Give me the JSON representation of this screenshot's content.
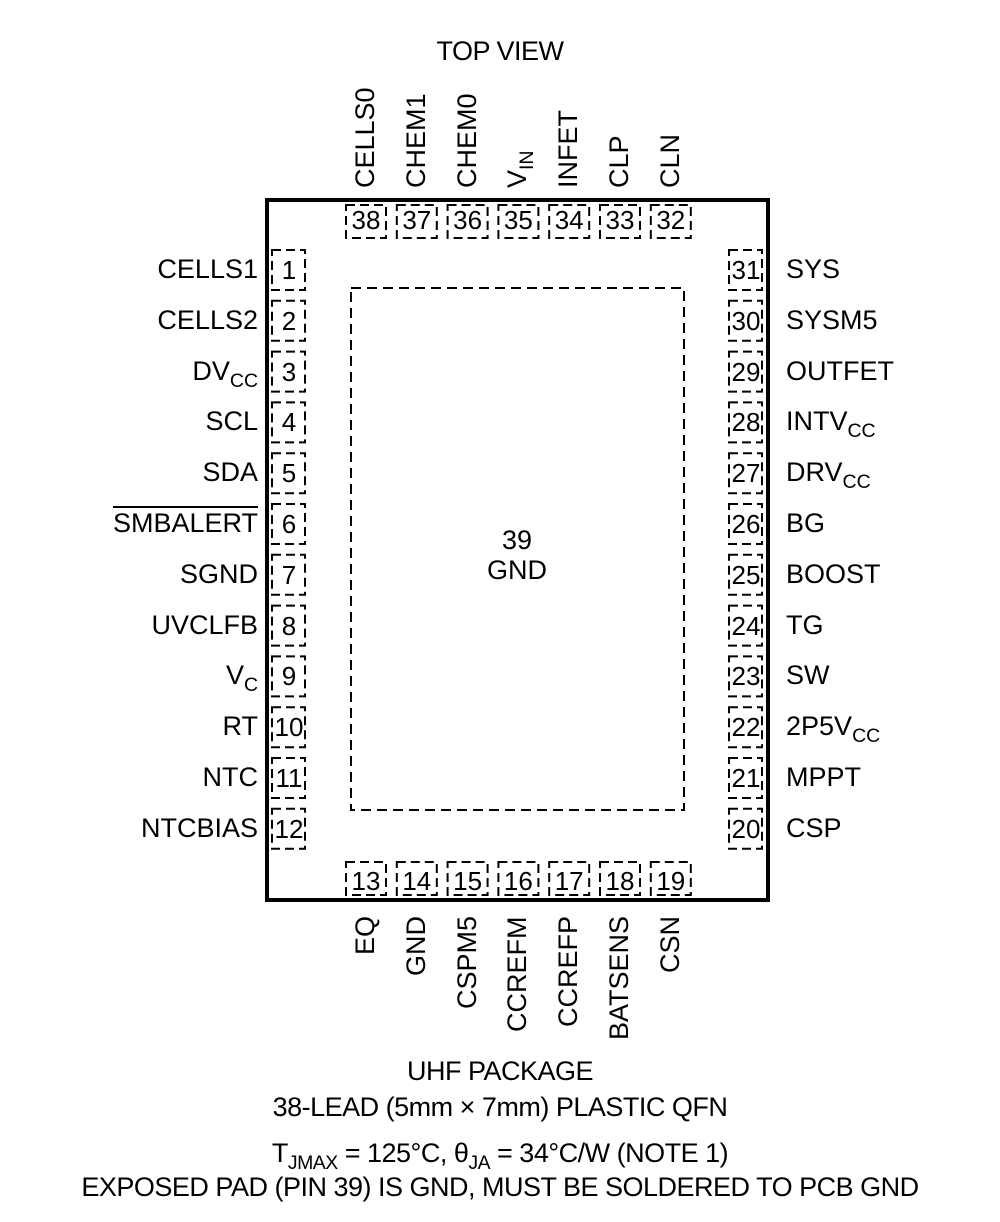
{
  "title": "TOP VIEW",
  "exposed_pad": {
    "number": "39",
    "label": "GND"
  },
  "pins_left": [
    {
      "num": "1",
      "name": "CELLS1"
    },
    {
      "num": "2",
      "name": "CELLS2"
    },
    {
      "num": "3",
      "name": "DV",
      "sub": "CC"
    },
    {
      "num": "4",
      "name": "SCL"
    },
    {
      "num": "5",
      "name": "SDA"
    },
    {
      "num": "6",
      "name": "SMBALERT",
      "overline": true
    },
    {
      "num": "7",
      "name": "SGND"
    },
    {
      "num": "8",
      "name": "UVCLFB"
    },
    {
      "num": "9",
      "name": "V",
      "sub": "C"
    },
    {
      "num": "10",
      "name": "RT"
    },
    {
      "num": "11",
      "name": "NTC"
    },
    {
      "num": "12",
      "name": "NTCBIAS"
    }
  ],
  "pins_bottom": [
    {
      "num": "13",
      "name": "EQ"
    },
    {
      "num": "14",
      "name": "GND"
    },
    {
      "num": "15",
      "name": "CSPM5"
    },
    {
      "num": "16",
      "name": "CCREFM"
    },
    {
      "num": "17",
      "name": "CCREFP"
    },
    {
      "num": "18",
      "name": "BATSENS"
    },
    {
      "num": "19",
      "name": "CSN"
    }
  ],
  "pins_right": [
    {
      "num": "31",
      "name": "SYS"
    },
    {
      "num": "30",
      "name": "SYSM5"
    },
    {
      "num": "29",
      "name": "OUTFET"
    },
    {
      "num": "28",
      "name": "INTV",
      "sub": "CC"
    },
    {
      "num": "27",
      "name": "DRV",
      "sub": "CC"
    },
    {
      "num": "26",
      "name": "BG"
    },
    {
      "num": "25",
      "name": "BOOST"
    },
    {
      "num": "24",
      "name": "TG"
    },
    {
      "num": "23",
      "name": "SW"
    },
    {
      "num": "22",
      "name": "2P5V",
      "sub": "CC"
    },
    {
      "num": "21",
      "name": "MPPT"
    },
    {
      "num": "20",
      "name": "CSP"
    }
  ],
  "pins_top": [
    {
      "num": "38",
      "name": "CELLS0"
    },
    {
      "num": "37",
      "name": "CHEM1"
    },
    {
      "num": "36",
      "name": "CHEM0"
    },
    {
      "num": "35",
      "name": "V",
      "sub": "IN"
    },
    {
      "num": "34",
      "name": "INFET"
    },
    {
      "num": "33",
      "name": "CLP"
    },
    {
      "num": "32",
      "name": "CLN"
    }
  ],
  "package": {
    "line1": "UHF PACKAGE",
    "line2": "38-LEAD (5mm × 7mm) PLASTIC QFN",
    "thermal_t": "T",
    "thermal_t_sub": "JMAX",
    "thermal_mid": " = 125°C, θ",
    "thermal_theta_sub": "JA",
    "thermal_end": " = 34°C/W (NOTE 1)",
    "line4": "EXPOSED PAD (PIN 39) IS GND, MUST BE SOLDERED TO PCB GND"
  }
}
